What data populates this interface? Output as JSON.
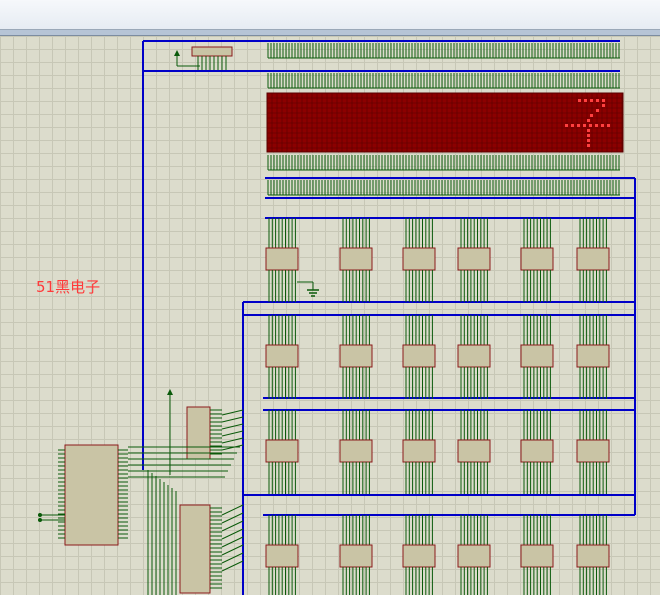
{
  "watermark": {
    "text": "51黑电子"
  },
  "colors": {
    "wire": "#0000c8",
    "pin": "#0a5a0a",
    "pin_tip": "#c83232",
    "chip_fill": "#c9c4a5",
    "chip_border": "#8b1a1a",
    "matrix_bg": "#8b0000",
    "matrix_grid": "#5a0000",
    "matrix_lit": "#ff4040",
    "grid_line": "#c7c7b6",
    "canvas_bg": "#dcdccc"
  },
  "diagram": {
    "led_matrix": {
      "lit_glyph": "7"
    },
    "driver_rows": 4,
    "drivers_per_row": 6,
    "icons": [
      "ground-icon",
      "power-arrow-icon"
    ]
  }
}
